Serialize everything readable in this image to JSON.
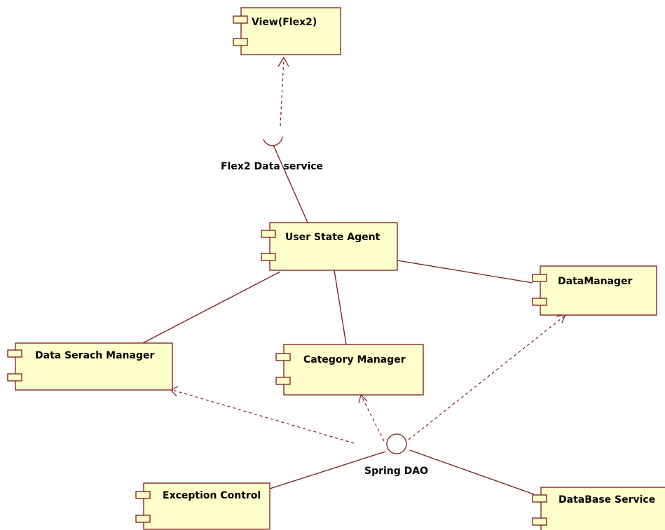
{
  "diagram": {
    "components": {
      "view": {
        "label": "View(Flex2)"
      },
      "user_state_agent": {
        "label": "User State Agent"
      },
      "data_manager": {
        "label": "DataManager"
      },
      "data_search_manager": {
        "label": "Data Serach Manager"
      },
      "category_manager": {
        "label": "Category Manager"
      },
      "exception_control": {
        "label": "Exception Control"
      },
      "database_service": {
        "label": "DataBase Service"
      }
    },
    "interfaces": {
      "flex2_data_service": {
        "label": "Flex2 Data service"
      },
      "spring_dao": {
        "label": "Spring DAO"
      }
    },
    "colors": {
      "component_fill": "#ffffcc",
      "line": "#7a1a1a",
      "text": "#000000"
    }
  }
}
